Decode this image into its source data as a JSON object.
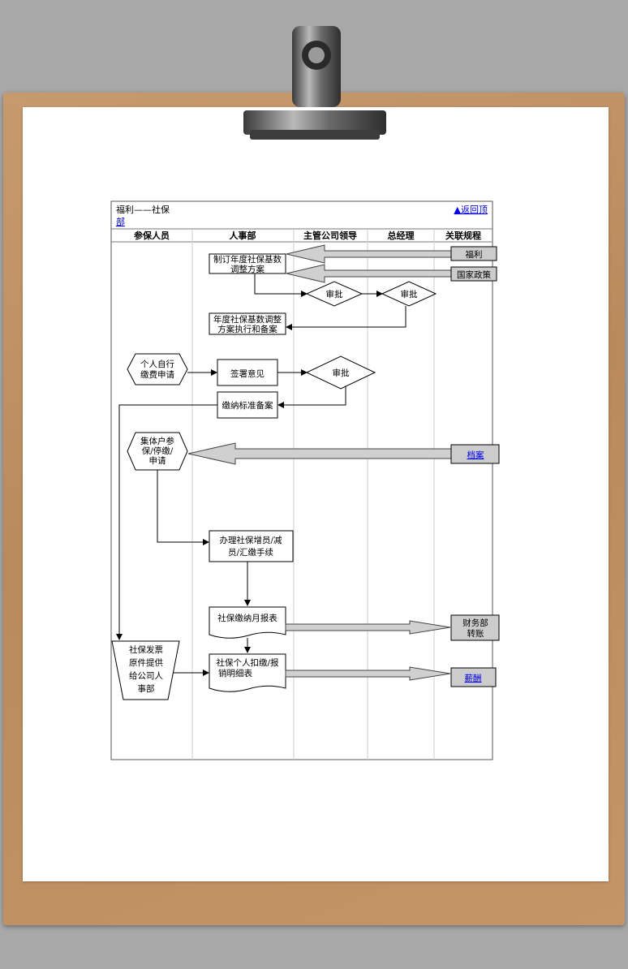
{
  "header": {
    "title_line1": "福利——社保",
    "title_line2": "部",
    "back_link": "▲返回顶"
  },
  "lanes": [
    "参保人员",
    "人事部",
    "主管公司领导",
    "总经理",
    "关联规程"
  ],
  "steps": {
    "s1": [
      "制订年度社保基数",
      "调整方案"
    ],
    "approve1": "审批",
    "approve2": "审批",
    "s2": [
      "年度社保基数调整",
      "方案执行和备案"
    ],
    "s3": [
      "个人自行",
      "缴费申请"
    ],
    "s4": "签署意见",
    "approve3": "审批",
    "s5": "缴纳标准备案",
    "s6": [
      "集体户参",
      "保/停缴/",
      "申请"
    ],
    "s7": [
      "办理社保增员/减",
      "员/汇缴手续"
    ],
    "s8": "社保缴纳月报表",
    "s9": [
      "社保个人扣缴/报",
      "销明细表"
    ],
    "s10": [
      "社保发票",
      "原件提供",
      "给公司人",
      "事部"
    ]
  },
  "refs": {
    "fuli": "福利",
    "guojia": "国家政策",
    "dangan": "档案",
    "caiwu": [
      "财务部",
      "转账"
    ],
    "xinchou": "薪酬"
  },
  "colors": {
    "board": "#c39567",
    "paper": "#ffffff",
    "ref_box": "#cccccc",
    "link": "#0000ee"
  }
}
